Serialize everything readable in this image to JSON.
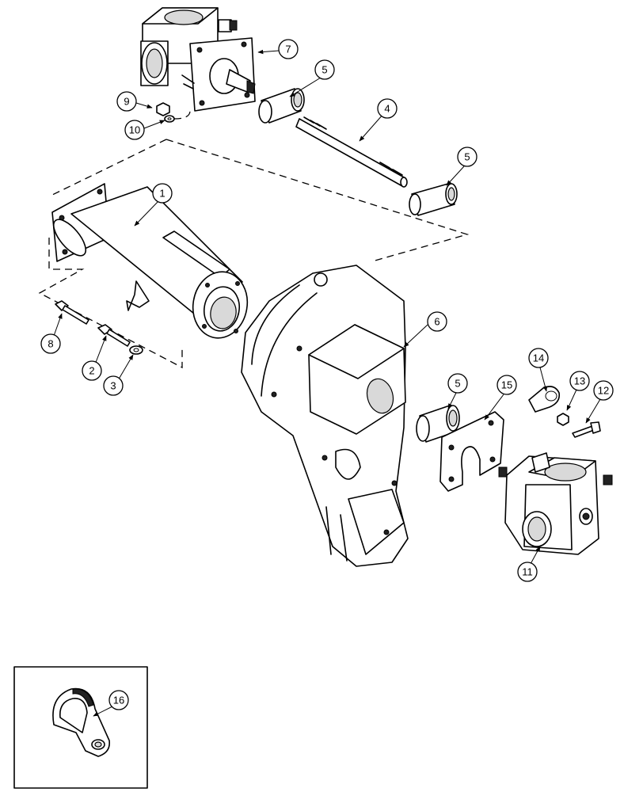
{
  "callouts": {
    "c1": "1",
    "c2": "2",
    "c3": "3",
    "c4": "4",
    "c5a": "5",
    "c5b": "5",
    "c5c": "5",
    "c6": "6",
    "c7": "7",
    "c8": "8",
    "c9": "9",
    "c10": "10",
    "c11": "11",
    "c12": "12",
    "c13": "13",
    "c14": "14",
    "c15": "15",
    "c16": "16"
  }
}
